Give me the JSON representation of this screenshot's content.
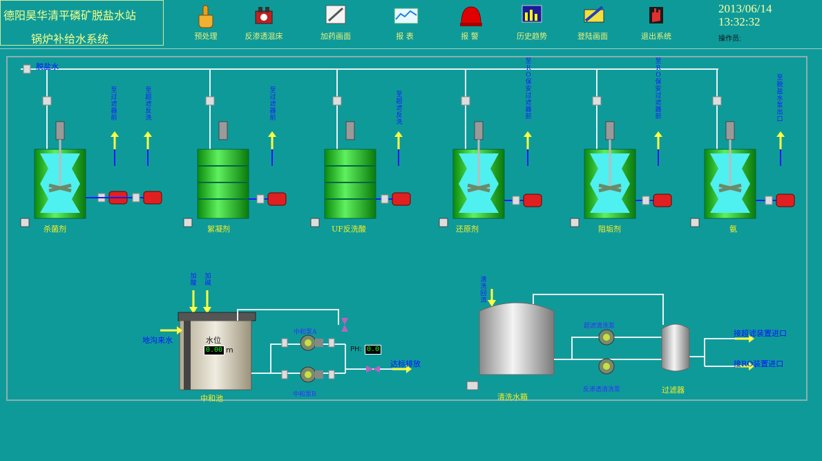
{
  "header": {
    "title_line1": "德阳昊华清平磷矿脱盐水站",
    "title_line2": "锅炉补给水系统",
    "date": "2013/06/14",
    "time": "13:32:32",
    "operator_label": "操作员:"
  },
  "nav": [
    {
      "label": "预处理",
      "icon": "hand-pointer-icon"
    },
    {
      "label": "反渗透混床",
      "icon": "reverse-osmosis-icon"
    },
    {
      "label": "加药画面",
      "icon": "syringe-icon"
    },
    {
      "label": "报  表",
      "icon": "report-chart-icon"
    },
    {
      "label": "报  警",
      "icon": "alarm-light-icon"
    },
    {
      "label": "历史趋势",
      "icon": "history-trend-icon"
    },
    {
      "label": "登陆画面",
      "icon": "login-pencil-icon"
    },
    {
      "label": "退出系统",
      "icon": "exit-hand-icon"
    }
  ],
  "tanks": [
    {
      "label": "杀菌剂",
      "dest": "至过滤器前",
      "dest2": "至超滤反洗"
    },
    {
      "label": "絮凝剂",
      "dest": "至过滤器前"
    },
    {
      "label": "UF反洗酸",
      "dest": "至超滤反洗"
    },
    {
      "label": "还原剂",
      "dest": "至RO保安过滤器前"
    },
    {
      "label": "阻垢剂",
      "dest": "至RO保安过滤器前"
    },
    {
      "label": "氨",
      "dest": "至脱盐水泵出口"
    }
  ],
  "main_pipe_label": "脱盐水",
  "neutral": {
    "add_acid": "加酸",
    "add_alkali": "加碱",
    "drain_in": "地沟来水",
    "level_label": "水位",
    "level_value": "0.00",
    "level_unit": "m",
    "pool_label": "中和池",
    "pump_a": "中和泵A",
    "pump_b": "中和泵B",
    "ph_label": "PH:",
    "ph_value": "0.0",
    "discharge": "达标排放"
  },
  "cleaning": {
    "return_label": "清洗回流",
    "tank_label": "清洗水箱",
    "uf_pump": "超滤清洗泵",
    "ro_pump": "反渗透清洗泵",
    "filter_label": "过滤器",
    "to_uf": "接超滤装置进口",
    "to_ro": "接RO装置进口"
  },
  "colors": {
    "background": "#0f9a9a",
    "pipe_white": "#e8f4f4",
    "pipe_blue": "#1a1aff",
    "tank_green": "#22c322",
    "arrow_yellow": "#ffff40",
    "pump_red": "#e02020"
  }
}
